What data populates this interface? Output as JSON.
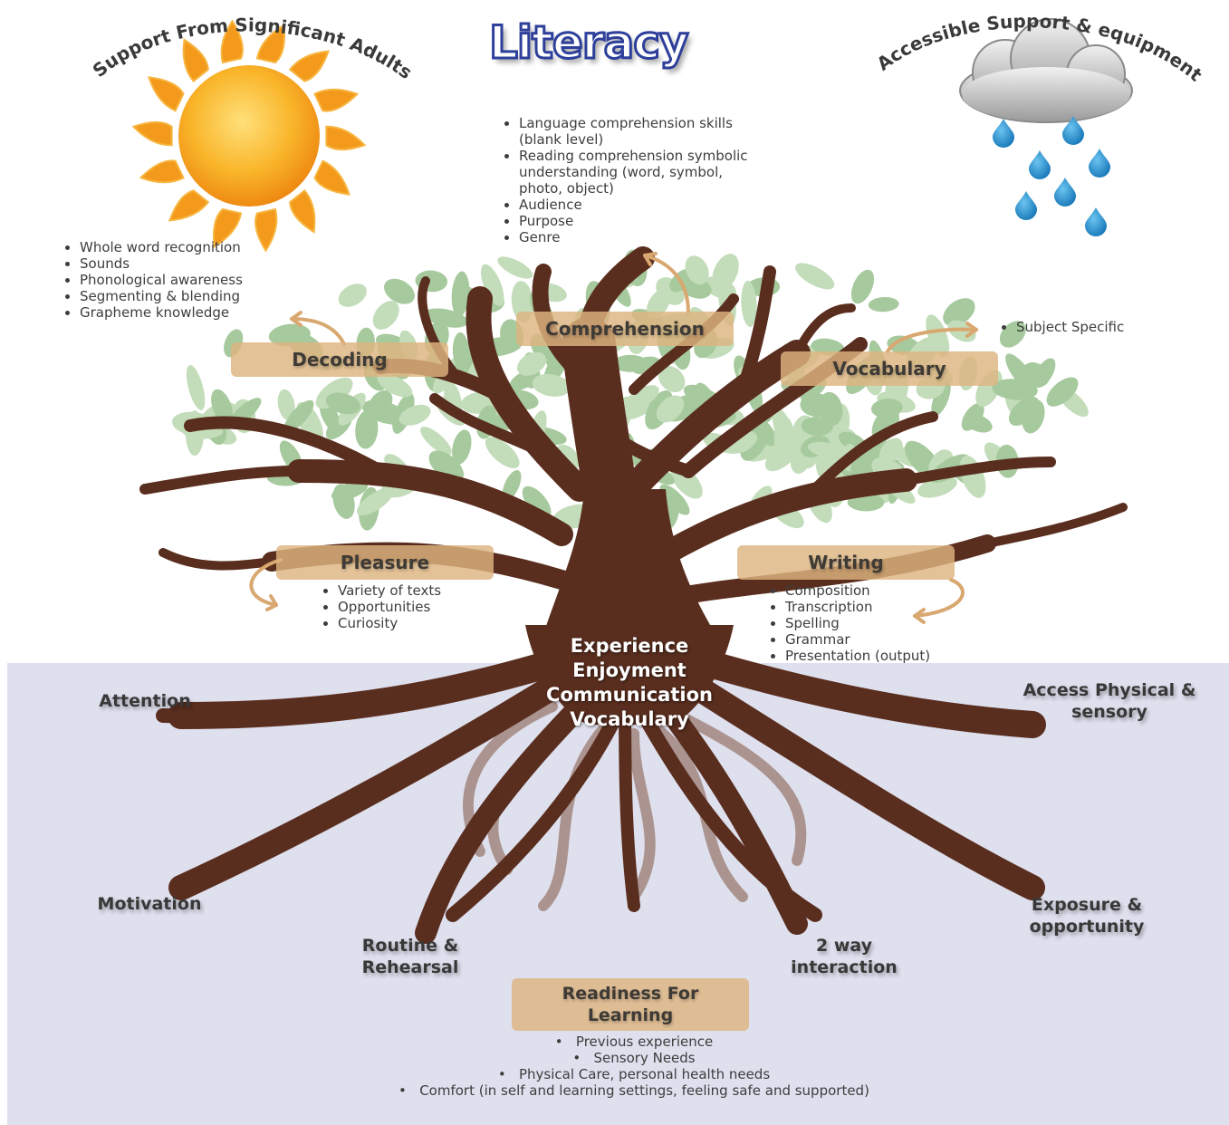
{
  "title": "Literacy",
  "sun_caption": "Support From Significant Adults",
  "cloud_caption": "Accessible Support & equipment",
  "comprehension": {
    "label": "Comprehension",
    "bullets": [
      "Language comprehension skills (blank level)",
      "Reading comprehension symbolic understanding (word, symbol, photo, object)",
      "Audience",
      "Purpose",
      "Genre"
    ]
  },
  "decoding": {
    "label": "Decoding",
    "bullets": [
      "Whole word recognition",
      "Sounds",
      "Phonological awareness",
      "Segmenting & blending",
      "Grapheme knowledge"
    ]
  },
  "vocabulary": {
    "label": "Vocabulary",
    "bullets": [
      "Subject Specific"
    ]
  },
  "pleasure": {
    "label": "Pleasure",
    "bullets": [
      "Variety of texts",
      "Opportunities",
      "Curiosity"
    ]
  },
  "writing": {
    "label": "Writing",
    "bullets": [
      "Composition",
      "Transcription",
      "Spelling",
      "Grammar",
      "Presentation (output)"
    ]
  },
  "trunk_words": [
    "Experience",
    "Enjoyment",
    "Communication",
    "Vocabulary"
  ],
  "roots": {
    "attention": "Attention",
    "access": "Access Physical & sensory",
    "motivation": "Motivation",
    "exposure": "Exposure & opportunity",
    "routine": "Routine & Rehearsal",
    "interaction": "2 way interaction"
  },
  "readiness": {
    "label": "Readiness For Learning",
    "bullets": [
      "Previous experience",
      "Sensory Needs",
      "Physical Care, personal health needs",
      "Comfort (in self and learning settings, feeling safe and supported)"
    ]
  },
  "colors": {
    "trunk": "#5a2e1f",
    "leaf": "#a9cca0",
    "label_box": "#deb480",
    "ground": "#dfe0ee",
    "sun": "#f7a31c",
    "rain": "#1d86c9",
    "title_outline": "#2d3f9a"
  }
}
